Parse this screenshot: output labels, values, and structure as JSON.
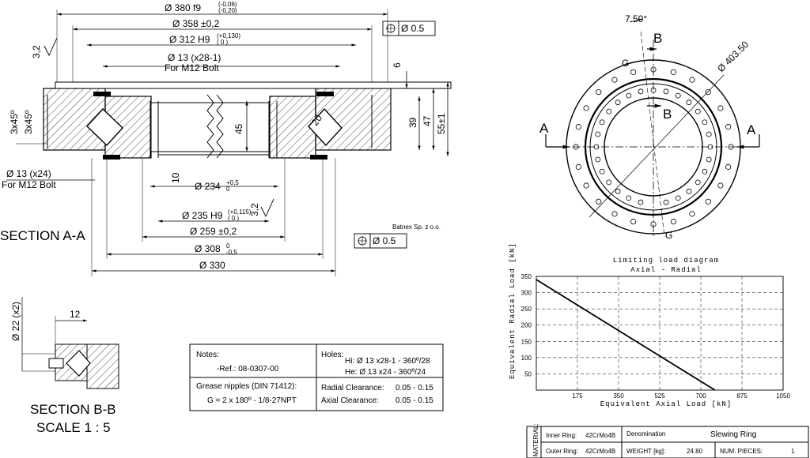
{
  "dims": {
    "d380": "Ø 380 f9",
    "d380_tol_up": "(-0,06)",
    "d380_tol_lo": "(-0,20)",
    "d358": "Ø 358 ±0,2",
    "d312": "Ø 312 H9",
    "d312_tol_up": "(+0,130)",
    "d312_tol_lo": "( 0 )",
    "d13_inner": "Ø 13 (x28-1)",
    "for_m12_top": "For M12 Bolt",
    "d13_outer": "Ø 13 (x24)",
    "for_m12_bottom": "For M12 Bolt",
    "tol_top": "Ø 0.5",
    "tol_bottom": "Ø 0.5",
    "h6": "6",
    "h39": "39",
    "h47": "47",
    "h55": "55±1",
    "h45": "45",
    "h20": "20",
    "h10": "10",
    "ch1": "3x45º",
    "ch2": "3x45º",
    "rough1": "3,2",
    "rough2": "3,2",
    "d234": "Ø 234",
    "d234_tol_up": "+0,5",
    "d234_tol_lo": "0",
    "d235": "Ø 235 H9",
    "d235_tol_up": "(+0,115)",
    "d235_tol_lo": "( 0 )",
    "d259": "Ø 259 ±0,2",
    "d308": "Ø 308",
    "d308_tol_up": "0",
    "d308_tol_lo": "-0,5",
    "d330": "Ø 330",
    "company": "Batnex Sp. z o.o.",
    "angle": "7.50°",
    "d403": "Ø 403.50",
    "d22": "Ø 22 (x2)",
    "d12": "12"
  },
  "labels": {
    "section_aa": "SECTION A-A",
    "section_bb": "SECTION B-B",
    "scale": "SCALE 1 : 5",
    "A": "A",
    "B": "B",
    "G": "G"
  },
  "notes": {
    "title": "Notes:",
    "ref": "-Ref.: 08-0307-00",
    "grease_title": "Grease nipples (DIN 71412):",
    "grease_val": "G = 2 x 180º  - 1/8-27NPT",
    "holes_title": "Holes:",
    "holes_hi": "Hi:  Ø 13 x28-1  - 360º/28",
    "holes_he": "He:  Ø 13 x24  - 360º/24",
    "radial_label": "Radial Clearance:",
    "radial_val": "0.05 - 0.15",
    "axial_label": "Axial Clearance:",
    "axial_val": "0.05 - 0.15"
  },
  "title_block": {
    "material": "MATERIAL:",
    "inner_label": "Inner Ring:",
    "inner_val": "42CrMo4B",
    "outer_label": "Outer Ring:",
    "outer_val": "42CrMo4B",
    "denomination_label": "Denomination",
    "denomination_val": "Slewing Ring",
    "weight_label": "WEIGHT [kg]:",
    "weight_val": "24.80",
    "pieces_label": "NUM. PIECES:",
    "pieces_val": "1"
  },
  "chart_data": {
    "type": "line",
    "title": "Limiting load diagram",
    "subtitle": "Axial - Radial",
    "xlabel": "Equivalent Axial Load [kN]",
    "ylabel": "Equivalent Radial Load [kN]",
    "xlim": [
      0,
      1050
    ],
    "ylim": [
      0,
      350
    ],
    "x_ticks": [
      175,
      350,
      525,
      700,
      875,
      1050
    ],
    "y_ticks": [
      50,
      100,
      150,
      200,
      250,
      300,
      350
    ],
    "x_tick_labels": [
      "175",
      "350",
      "525",
      "700",
      "875",
      "1050"
    ],
    "y_tick_labels": [
      "50",
      "100",
      "150",
      "200",
      "250",
      "300",
      "350"
    ],
    "grid": true,
    "series": [
      {
        "x": [
          0,
          760
        ],
        "y": [
          340,
          0
        ]
      }
    ]
  }
}
